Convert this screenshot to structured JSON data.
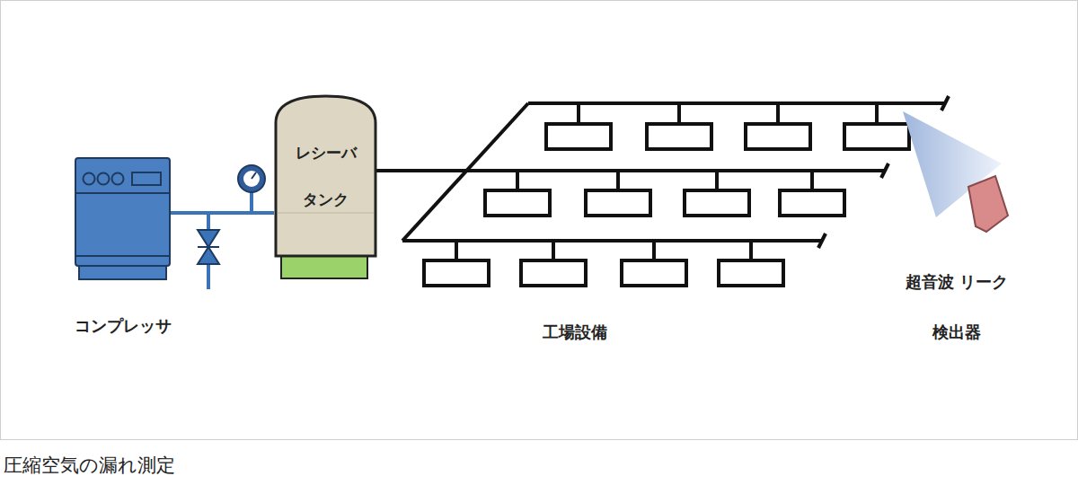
{
  "diagram": {
    "caption": "圧縮空気の漏れ測定",
    "nodes": [
      {
        "text": [
          "コンプレッサ"
        ]
      },
      {
        "text": [
          "レシーバ タンク"
        ]
      }
    ],
    "edges": [
      {
        "from": 0,
        "to": 1,
        "arrow": "none"
      }
    ],
    "labels": [
      "工場設備",
      "超音波 リーク検出器"
    ]
  }
}
